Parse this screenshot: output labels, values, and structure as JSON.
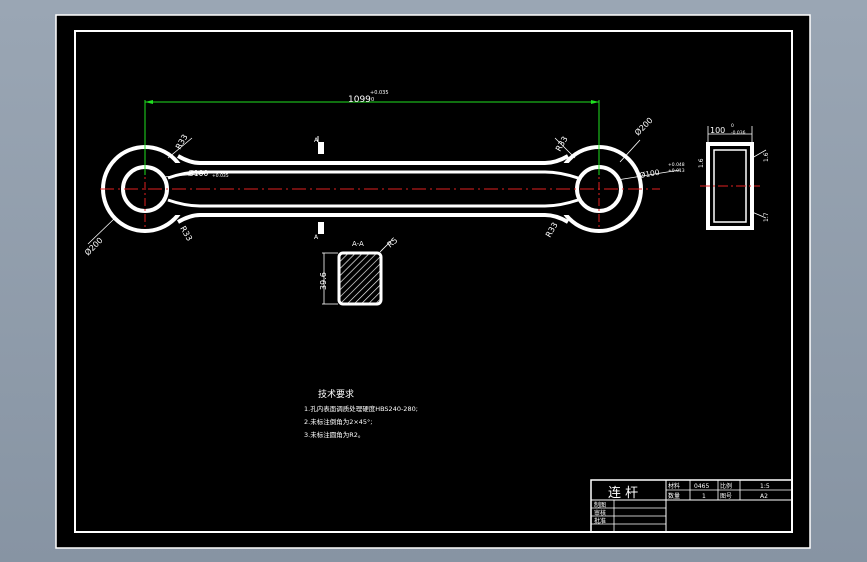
{
  "drawing": {
    "dimension_length": "1099",
    "dimension_length_tol": "+0.035",
    "dimension_length_tol_lower": "0",
    "radius_top_left": "R33",
    "radius_top_right": "R33",
    "radius_bottom_left": "R33",
    "radius_bottom_right": "R33",
    "diameter_outer_left": "Ø200",
    "diameter_outer_right": "Ø200",
    "diameter_bore_left": "Ø100",
    "diameter_bore_left_tol": "+0.035",
    "diameter_bore_right": "Ø100",
    "diameter_bore_right_tol_upper": "+0.048",
    "diameter_bore_right_tol_lower": "+0.013",
    "section_mark_top": "A",
    "section_mark_bottom": "A",
    "section_title": "A-A",
    "section_radius": "R5",
    "section_height": "39.6",
    "side_width": "100",
    "side_width_tol": "-0.036",
    "side_width_tol_upper": "0",
    "side_chamfer_top": "1.6",
    "side_chamfer_bottom": "1.7",
    "side_dim_left": "1.6"
  },
  "notes": {
    "title": "技术要求",
    "items": [
      "1.孔内表面调质处理硬度HBS240-280;",
      "2.未标注倒角为2×45°;",
      "3.未标注圆角为R2。"
    ]
  },
  "title_block": {
    "part_name": "连  杆",
    "label_material": "材料",
    "value_material": "0465",
    "label_scale": "比例",
    "value_scale": "1:5",
    "label_quantity": "数量",
    "value_quantity": "1",
    "label_drawing_no": "图号",
    "value_drawing_no": "A2",
    "label_draw": "制图",
    "label_check": "审核",
    "label_approve": "批准"
  }
}
